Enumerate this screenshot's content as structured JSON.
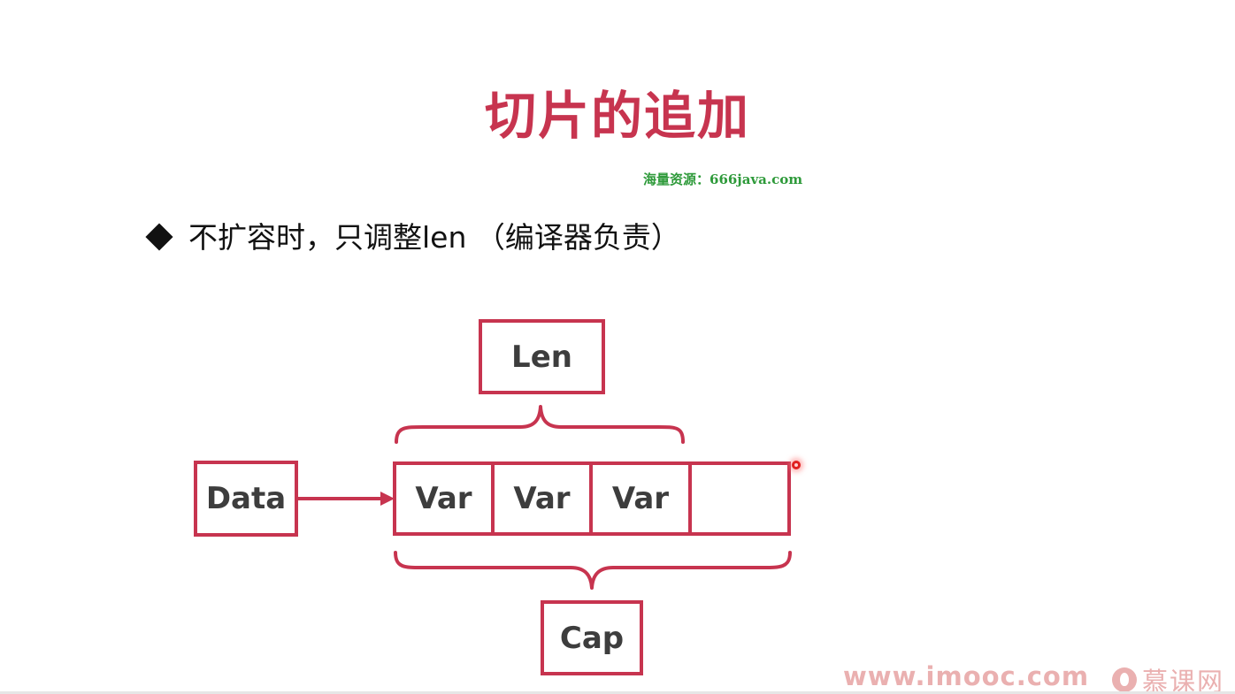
{
  "slide": {
    "title": "切片的追加",
    "watermark": "海量资源：666java.com",
    "bullet": "不扩容时，只调整len （编译器负责）"
  },
  "diagram": {
    "len_label": "Len",
    "cap_label": "Cap",
    "data_label": "Data",
    "cells": [
      "Var",
      "Var",
      "Var",
      ""
    ],
    "accent_color": "#c7344f"
  },
  "footer": {
    "url": "www.imooc.com",
    "logo_text": "慕课网"
  }
}
